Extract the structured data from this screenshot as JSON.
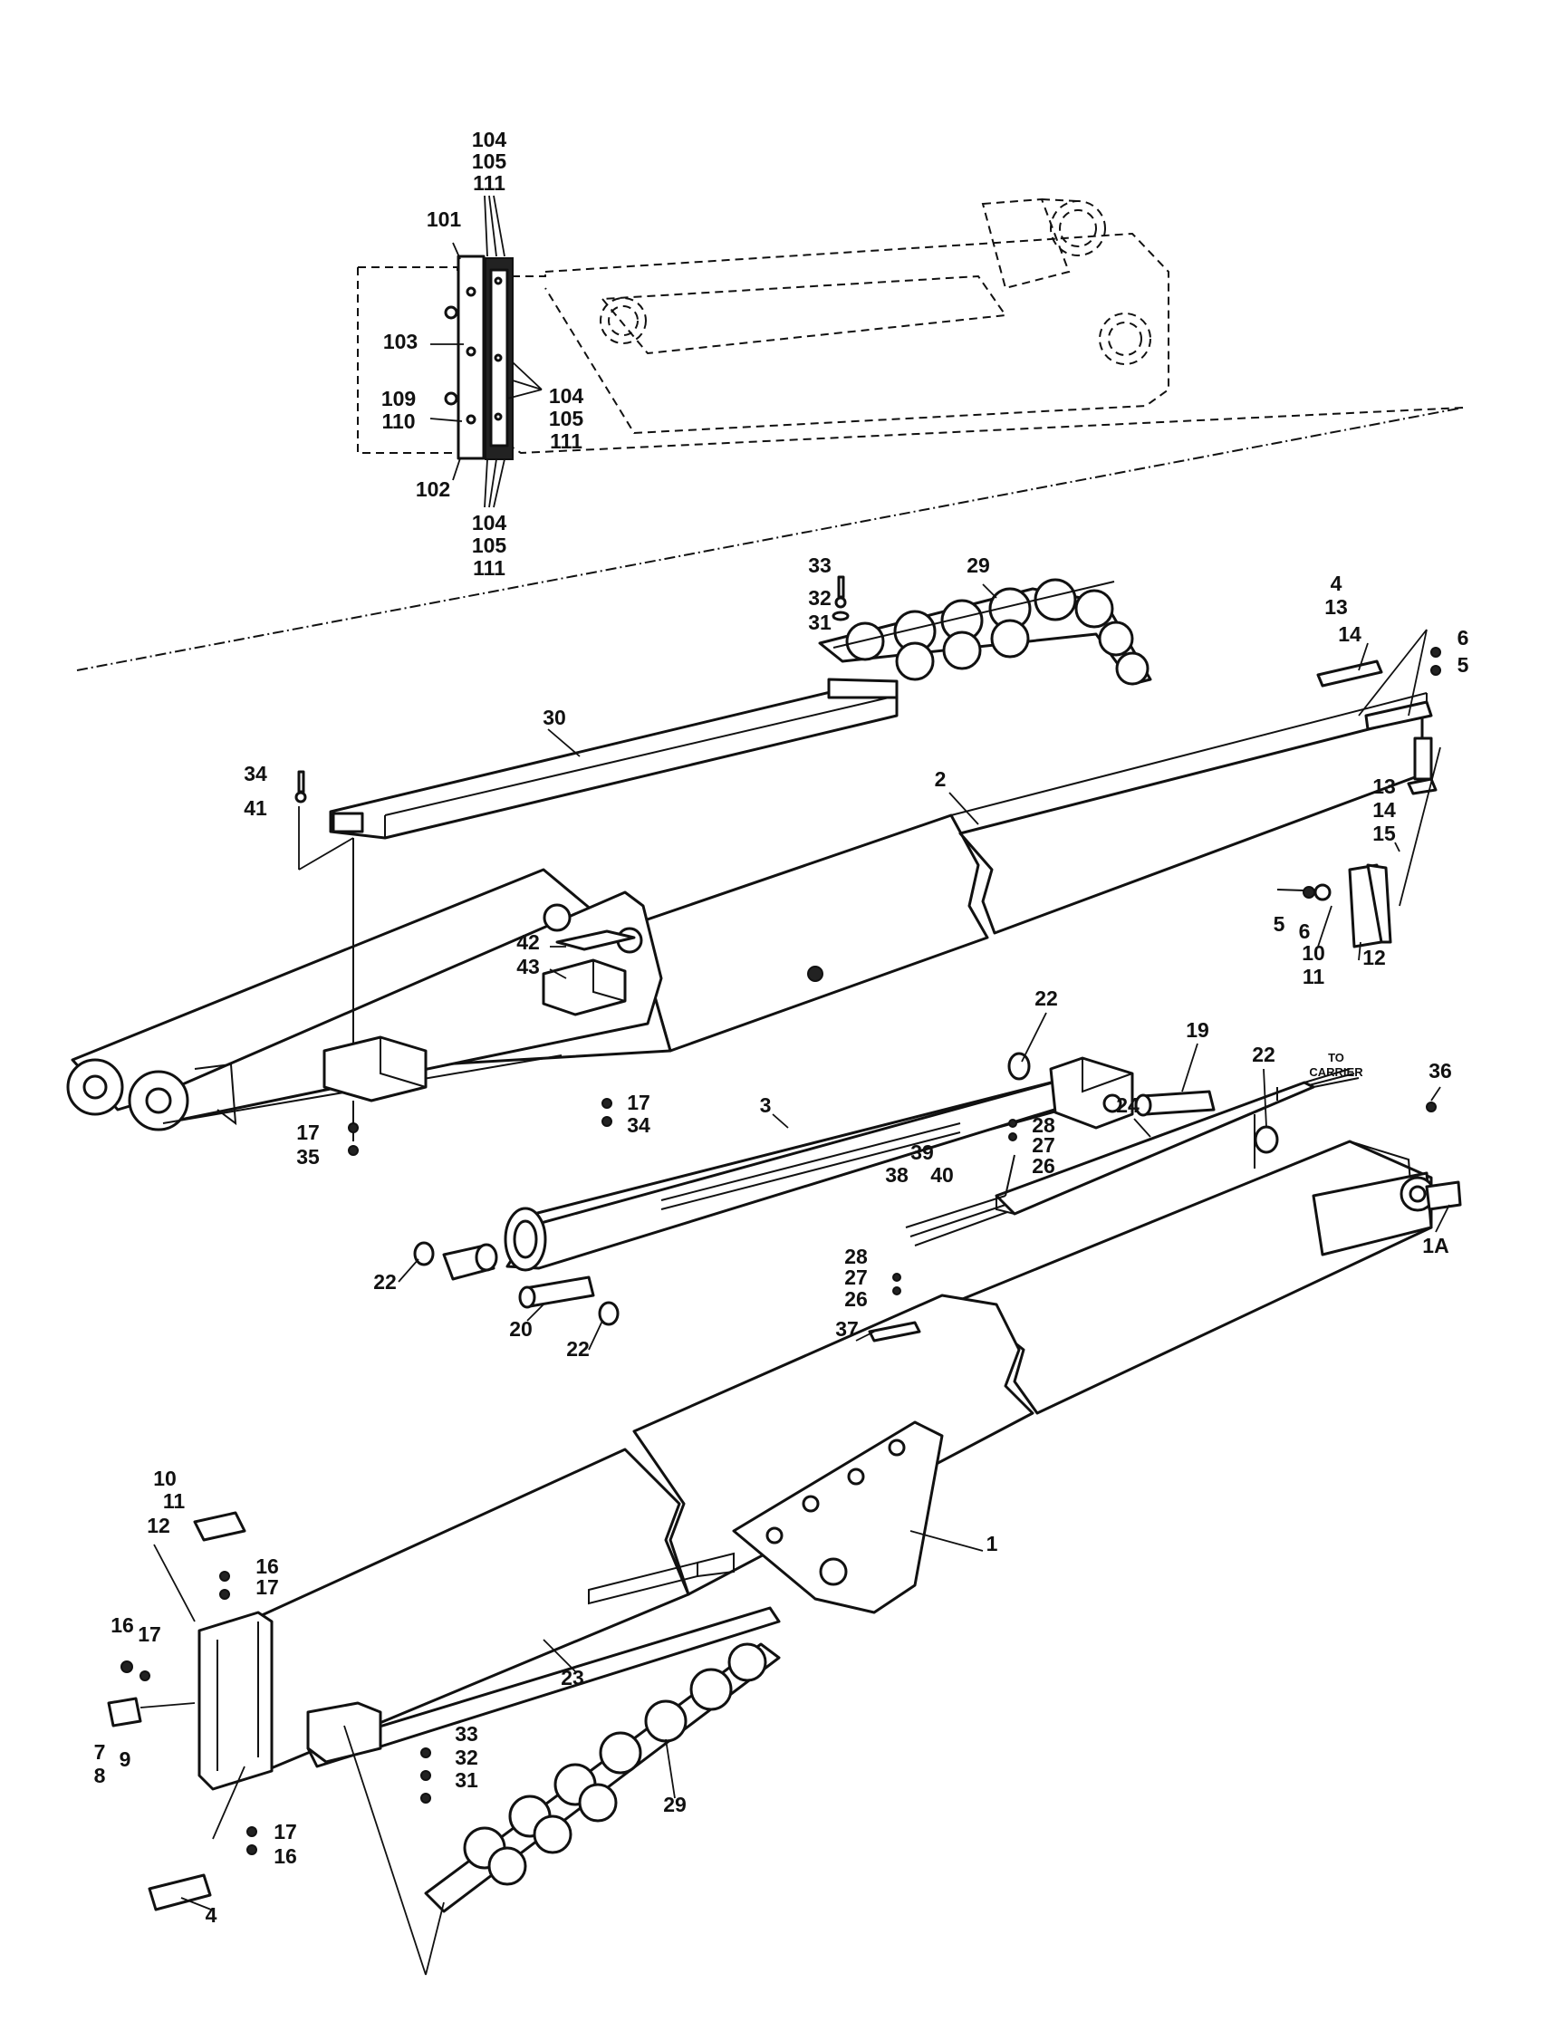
{
  "labels": {
    "l104a": "104",
    "l105a": "105",
    "l111a": "111",
    "l101": "101",
    "l103": "103",
    "l104b": "104",
    "l105b": "105",
    "l111b": "111",
    "l109": "109",
    "l110": "110",
    "l102": "102",
    "l104c": "104",
    "l105c": "105",
    "l111c": "111",
    "l33a": "33",
    "l32a": "32",
    "l31a": "31",
    "l29a": "29",
    "l4a": "4",
    "l13a": "13",
    "l14a": "14",
    "l6a": "6",
    "l5a": "5",
    "l30": "30",
    "l34a": "34",
    "l41": "41",
    "l2": "2",
    "l13b": "13",
    "l14b": "14",
    "l15": "15",
    "l5b": "5",
    "l6b": "6",
    "l10a": "10",
    "l11a": "11",
    "l12a": "12",
    "l42": "42",
    "l43": "43",
    "l22a": "22",
    "l19": "19",
    "l22b": "22",
    "l17a": "17",
    "l34b": "34",
    "l17b": "17",
    "l35": "35",
    "l3": "3",
    "l24": "24",
    "l36": "36",
    "l28a": "28",
    "l27a": "27",
    "l26a": "26",
    "l39": "39",
    "l38": "38",
    "l40": "40",
    "l1A": "1A",
    "l22c": "22",
    "l20": "20",
    "l22d": "22",
    "l28b": "28",
    "l27b": "27",
    "l26b": "26",
    "l37": "37",
    "l10b": "10",
    "l11b": "11",
    "l12b": "12",
    "l16a": "16",
    "l17c": "17",
    "l1": "1",
    "l16b": "16",
    "l17d": "17",
    "l23": "23",
    "l7": "7",
    "l8": "8",
    "l9": "9",
    "l33b": "33",
    "l32b": "32",
    "l31b": "31",
    "l29b": "29",
    "l17e": "17",
    "l16c": "16",
    "l4b": "4"
  },
  "to_carrier": {
    "line1": "TO",
    "line2": "CARRIER"
  }
}
